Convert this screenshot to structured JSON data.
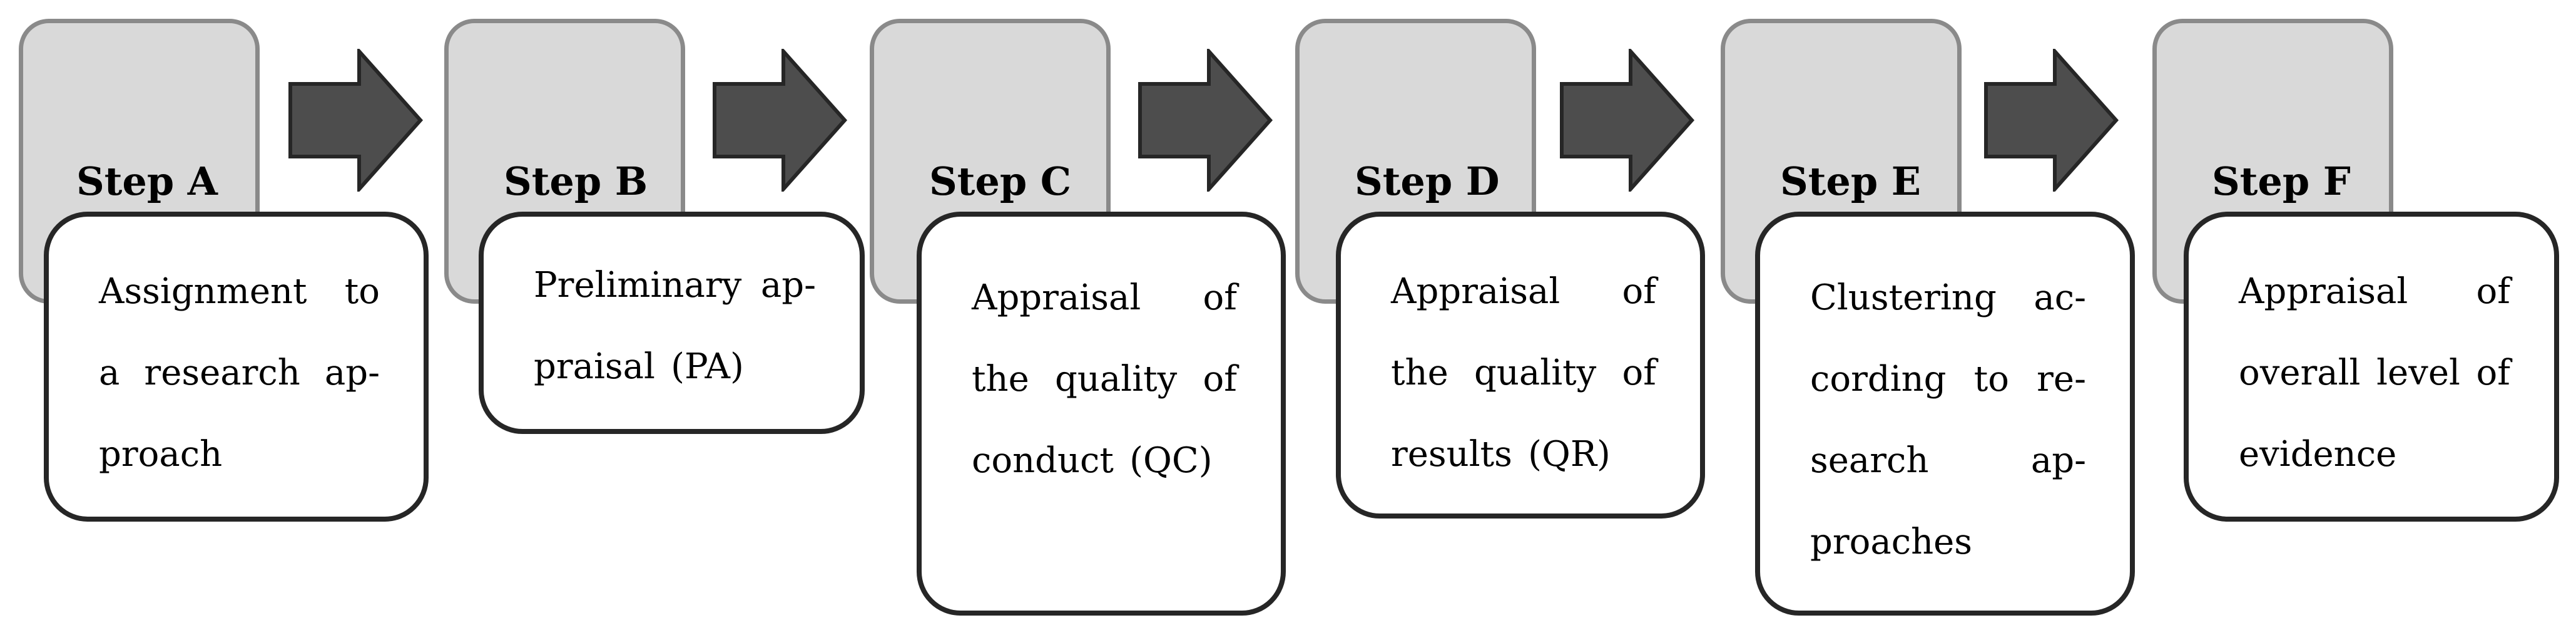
{
  "steps": [
    {
      "id": "a",
      "label": "Step A",
      "lines": [
        [
          "Assignment",
          "to"
        ],
        [
          "a",
          "research",
          "ap-"
        ],
        [
          "proach"
        ]
      ]
    },
    {
      "id": "b",
      "label": "Step B",
      "lines": [
        [
          "Preliminary",
          "ap-"
        ],
        [
          "praisal",
          "(PA)"
        ]
      ]
    },
    {
      "id": "c",
      "label": "Step C",
      "lines": [
        [
          "Appraisal",
          "of"
        ],
        [
          "the",
          "quality",
          "of"
        ],
        [
          "conduct",
          "(QC)"
        ]
      ]
    },
    {
      "id": "d",
      "label": "Step D",
      "lines": [
        [
          "Appraisal",
          "of"
        ],
        [
          "the",
          "quality",
          "of"
        ],
        [
          "results",
          "(QR)"
        ]
      ]
    },
    {
      "id": "e",
      "label": "Step E",
      "lines": [
        [
          "Clustering",
          "ac-"
        ],
        [
          "cording",
          "to",
          "re-"
        ],
        [
          "search",
          "ap-"
        ],
        [
          "proaches"
        ]
      ]
    },
    {
      "id": "f",
      "label": "Step F",
      "lines": [
        [
          "Appraisal",
          "of"
        ],
        [
          "overall",
          "level",
          "of"
        ],
        [
          "evidence"
        ]
      ]
    }
  ],
  "colors": {
    "tab_fill": "#d9d9d9",
    "tab_border": "#8a8a8a",
    "box_border": "#262626",
    "arrow_fill": "#4d4d4d",
    "arrow_stroke": "#262626"
  }
}
